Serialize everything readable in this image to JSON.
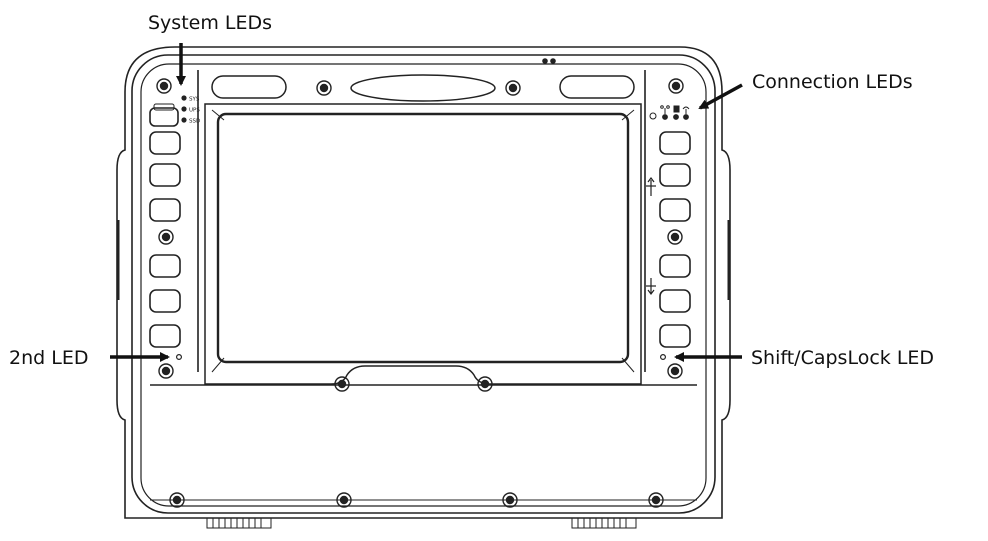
{
  "callouts": {
    "system_leds": "System LEDs",
    "connection_leds": "Connection LEDs",
    "second_led": "2nd LED",
    "shift_capslock_led": "Shift/CapsLock LED"
  },
  "led_labels": {
    "sys": "SYS",
    "ups": "UPS",
    "ssd": "SSD"
  },
  "colors": {
    "outline": "#222222",
    "arrow": "#111111",
    "background": "#ffffff"
  }
}
